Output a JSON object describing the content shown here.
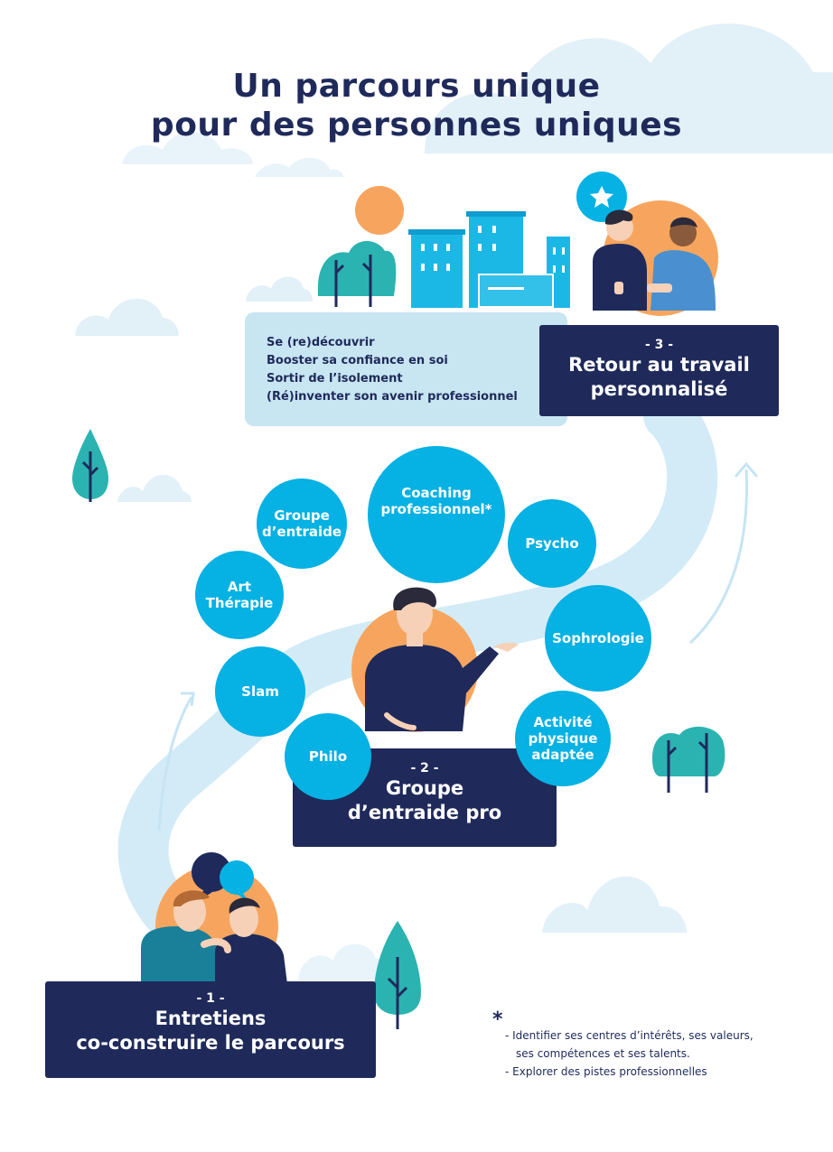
{
  "title": {
    "line1": "Un parcours unique",
    "line2": "pour des personnes uniques"
  },
  "colors": {
    "navy": "#1f2a5b",
    "cyan": "#06b1e3",
    "orange": "#f7a55e",
    "light_blue": "#c8e5f2",
    "path_blue": "#d3ebf7",
    "teal": "#1a7f98"
  },
  "steps": [
    {
      "number": "- 1 -",
      "line1": "Entretiens",
      "line2": "co-construire le parcours"
    },
    {
      "number": "- 2 -",
      "line1": "Groupe",
      "line2": "d’entraide pro"
    },
    {
      "number": "- 3 -",
      "line1": "Retour au travail",
      "line2": "personnalisé"
    }
  ],
  "benefits": [
    "Se (re)découvrir",
    "Booster sa confiance en soi",
    "Sortir de l’isolement",
    "(Ré)inventer son avenir professionnel"
  ],
  "activities": {
    "groupe_entraide": {
      "line1": "Groupe",
      "line2": "d’entraide"
    },
    "coaching": {
      "line1": "Coaching",
      "line2": "professionnel*"
    },
    "psycho": {
      "line1": "Psycho"
    },
    "art_therapie": {
      "line1": "Art",
      "line2": "Thérapie"
    },
    "sophrologie": {
      "line1": "Sophrologie"
    },
    "slam": {
      "line1": "Slam"
    },
    "philo": {
      "line1": "Philo"
    },
    "apa": {
      "line1": "Activité",
      "line2": "physique",
      "line3": "adaptée"
    }
  },
  "icons": [
    "star-icon",
    "speech-bubble-icon",
    "tree-icon",
    "cloud-icon",
    "building-icon",
    "person-icon",
    "handshake-icon"
  ],
  "footnote": {
    "marker": "*",
    "item1_line1": "- Identifier ses centres d’intérêts, ses valeurs,",
    "item1_line2": "ses compétences et ses talents.",
    "item2": "- Explorer des pistes professionnelles"
  }
}
